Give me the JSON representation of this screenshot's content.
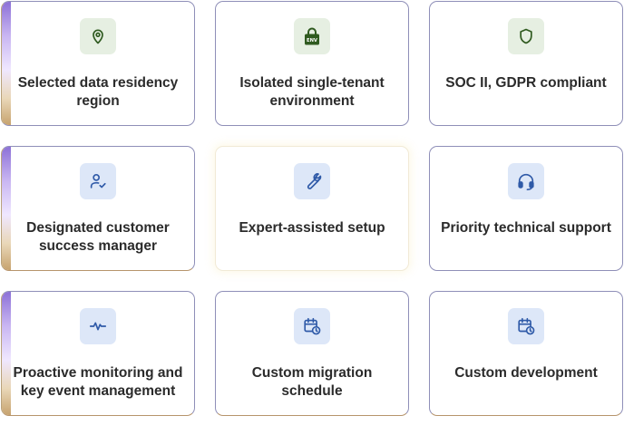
{
  "colors": {
    "card_border": "#8f8fb8",
    "icon_green": "#2f5a1f",
    "icon_green_bg": "#e6efe2",
    "icon_blue": "#2f5aa8",
    "icon_blue_bg": "#dde7f8",
    "text": "#2b2b2b"
  },
  "features": [
    {
      "label": "Selected data residency region",
      "icon": "location-pin-icon"
    },
    {
      "label": "Isolated single-tenant environment",
      "icon": "env-lock-icon",
      "icon_text": "ENV"
    },
    {
      "label": "SOC II, GDPR compliant",
      "icon": "shield-icon"
    },
    {
      "label": "Designated customer success manager",
      "icon": "user-check-icon"
    },
    {
      "label": "Expert-assisted setup",
      "icon": "wrench-icon"
    },
    {
      "label": "Priority technical support",
      "icon": "headset-icon"
    },
    {
      "label": "Proactive monitoring and key event management",
      "icon": "pulse-icon"
    },
    {
      "label": "Custom migration schedule",
      "icon": "calendar-clock-icon"
    },
    {
      "label": "Custom development",
      "icon": "calendar-clock-icon"
    }
  ]
}
